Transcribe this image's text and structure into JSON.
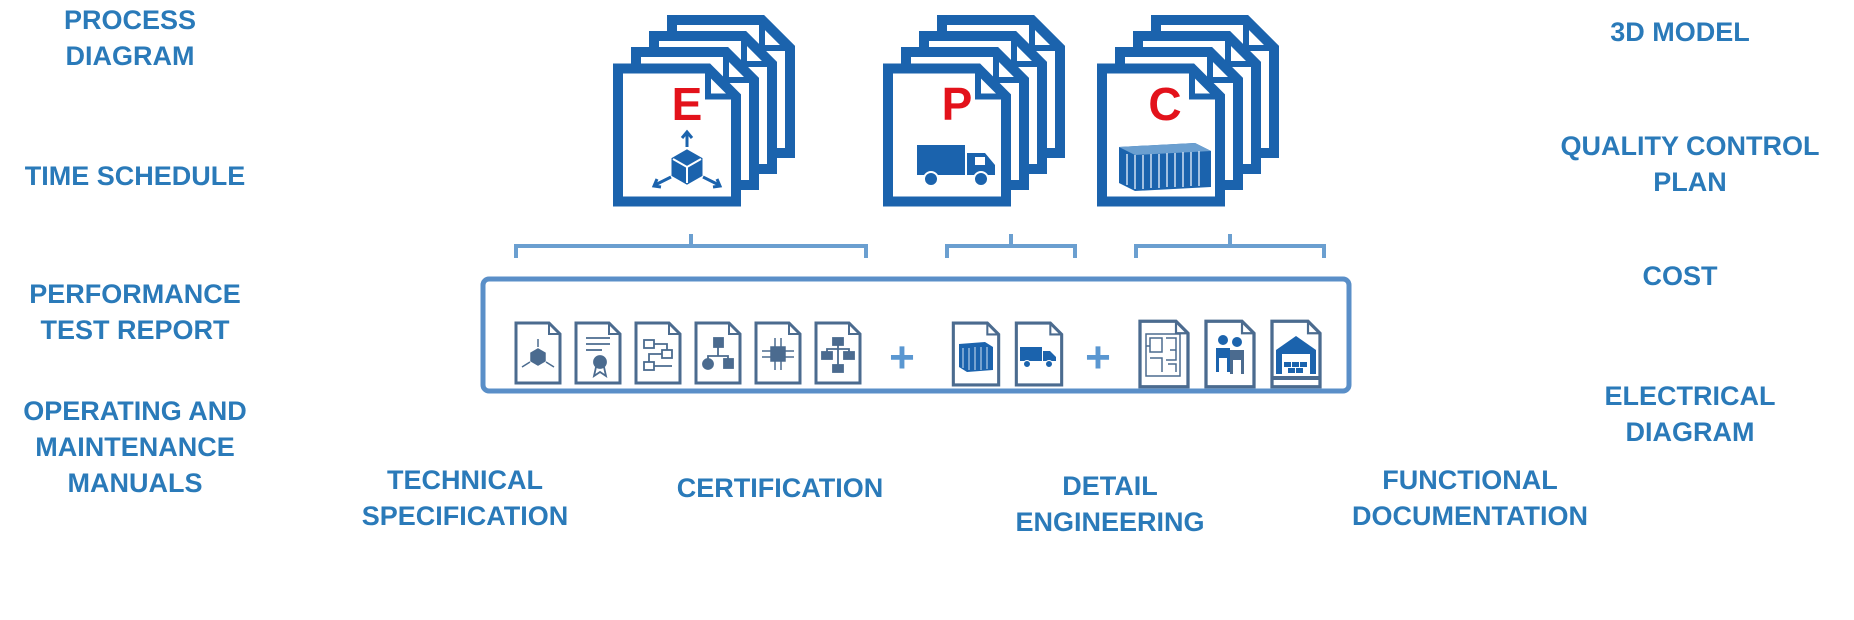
{
  "colors": {
    "label_blue": "#2a7ab9",
    "doc_blue": "#1b63ad",
    "bracket_blue": "#6b9fd0",
    "frame_blue": "#5a8fc8",
    "plus_blue": "#5a97d1",
    "letter_red": "#e3121b",
    "small_doc_outline": "#4b6b8f"
  },
  "left_labels": [
    "PROCESS\nDIAGRAM",
    "TIME SCHEDULE",
    "PERFORMANCE\nTEST REPORT",
    "OPERATING AND\nMAINTENANCE\nMANUALS"
  ],
  "right_labels": [
    "3D MODEL",
    "QUALITY CONTROL\nPLAN",
    "COST",
    "ELECTRICAL\nDIAGRAM"
  ],
  "bottom_labels": [
    "TECHNICAL\nSPECIFICATION",
    "CERTIFICATION",
    "DETAIL\nENGINEERING",
    "FUNCTIONAL\nDOCUMENTATION"
  ],
  "stacks": [
    {
      "letter": "E",
      "icon": "cube-axes-icon"
    },
    {
      "letter": "P",
      "icon": "truck-icon"
    },
    {
      "letter": "C",
      "icon": "container-icon"
    }
  ],
  "plus_signs": [
    "+",
    "+"
  ],
  "small_docs": [
    {
      "group": "E",
      "icon": "cube-axes-icon"
    },
    {
      "group": "E",
      "icon": "certificate-icon"
    },
    {
      "group": "E",
      "icon": "process-flow-icon"
    },
    {
      "group": "E",
      "icon": "diagram-icon"
    },
    {
      "group": "E",
      "icon": "circuit-chip-icon"
    },
    {
      "group": "E",
      "icon": "org-chart-icon"
    },
    {
      "group": "P",
      "icon": "container-icon"
    },
    {
      "group": "P",
      "icon": "truck-icon"
    },
    {
      "group": "C",
      "icon": "blueprint-icon"
    },
    {
      "group": "C",
      "icon": "workers-icon"
    },
    {
      "group": "C",
      "icon": "warehouse-icon"
    }
  ]
}
